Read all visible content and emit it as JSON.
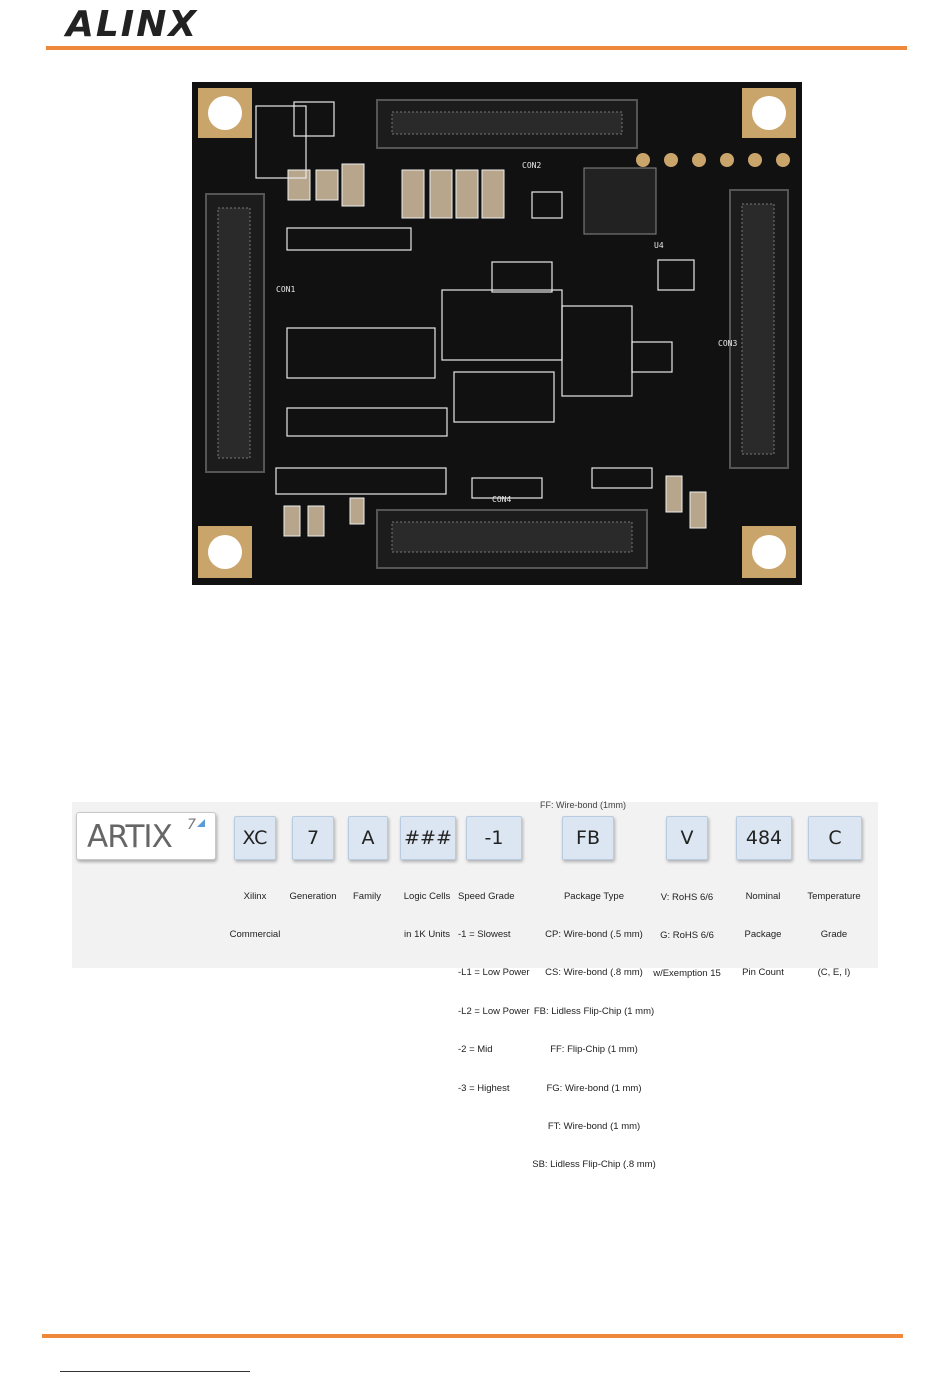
{
  "header": {
    "logo_text": "ALINX",
    "accent_color": "#f08a24"
  },
  "figure": {
    "photo_subject": "core-board-bottom-view-photo",
    "pcb_color": "#111111",
    "silkscreen_color": "#e8e8e8",
    "pad_color": "#c9a56b",
    "labels": {
      "con1": "CON1",
      "con2": "CON2",
      "con3": "CON3",
      "con4": "CON4",
      "u4": "U4"
    }
  },
  "part_number": {
    "brand_word": "ARTIX",
    "brand_superscript": "7",
    "clipped_top_text": "FF: Wire-bond (1mm)",
    "fields": [
      {
        "code": "XC",
        "desc": [
          "Xilinx",
          "Commercial"
        ]
      },
      {
        "code": "7",
        "desc": [
          "Generation"
        ]
      },
      {
        "code": "A",
        "desc": [
          "Family"
        ]
      },
      {
        "code": "###",
        "desc": [
          "Logic Cells",
          "in 1K Units"
        ]
      },
      {
        "code": "-1",
        "desc": [
          "Speed Grade",
          "-1 = Slowest",
          "-L1 = Low Power",
          "-L2 = Low Power",
          "-2 = Mid",
          "-3 = Highest"
        ]
      },
      {
        "code": "FB",
        "desc": [
          "Package Type",
          "CP: Wire-bond (.5 mm)",
          "CS: Wire-bond (.8 mm)",
          "FB: Lidless Flip-Chip (1 mm)",
          "FF: Flip-Chip (1 mm)",
          "FG: Wire-bond (1 mm)",
          "FT: Wire-bond (1 mm)",
          "SB: Lidless Flip-Chip (.8 mm)"
        ]
      },
      {
        "code": "V",
        "desc": [
          "V: RoHS 6/6",
          "G: RoHS 6/6",
          "w/Exemption 15"
        ]
      },
      {
        "code": "484",
        "desc": [
          "Nominal",
          "Package",
          "Pin Count"
        ]
      },
      {
        "code": "C",
        "desc": [
          "Temperature",
          "Grade",
          "(C, E, I)"
        ]
      }
    ]
  }
}
